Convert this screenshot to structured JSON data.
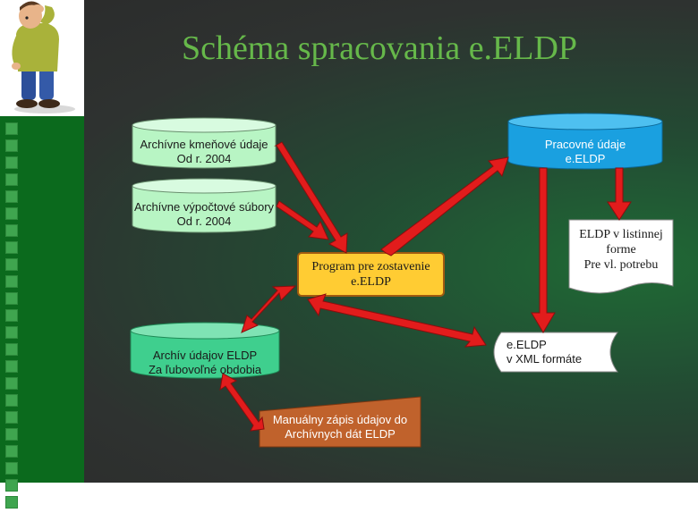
{
  "title": "Schéma spracovania e.ELDP",
  "nodes": {
    "archive_kmenove": {
      "line1": "Archívne kmeňové údaje",
      "line2": "Od r. 2004"
    },
    "archive_vypoctove": {
      "line1": "Archívne výpočtové súbory",
      "line2": "Od r. 2004"
    },
    "working_data": {
      "line1": "Pracovné údaje",
      "line2": "e.ELDP"
    },
    "program": {
      "line1": "Program pre zostavenie",
      "line2": "e.ELDP"
    },
    "paper_eldp": {
      "line1": "ELDP v listinnej",
      "line2": "forme",
      "line3": "Pre vl. potrebu"
    },
    "archive_eldp": {
      "line1": "Archív údajov ELDP",
      "line2": "Za ľubovoľné obdobia"
    },
    "xml_eldp": {
      "line1": "e.ELDP",
      "line2": "v XML formáte"
    },
    "manual": {
      "line1": "Manuálny zápis údajov do",
      "line2": "Archívnych dát ELDP"
    }
  },
  "colors": {
    "cylinder_green": "#b8f5c4",
    "cylinder_blue": "#1aa0e0",
    "cylinder_teal": "#3fcf8e",
    "program_fill": "#ffcc33",
    "arrow_fill": "#e21c1c",
    "title_color": "#66b84a",
    "sidebar_green": "#0b6a1d"
  }
}
